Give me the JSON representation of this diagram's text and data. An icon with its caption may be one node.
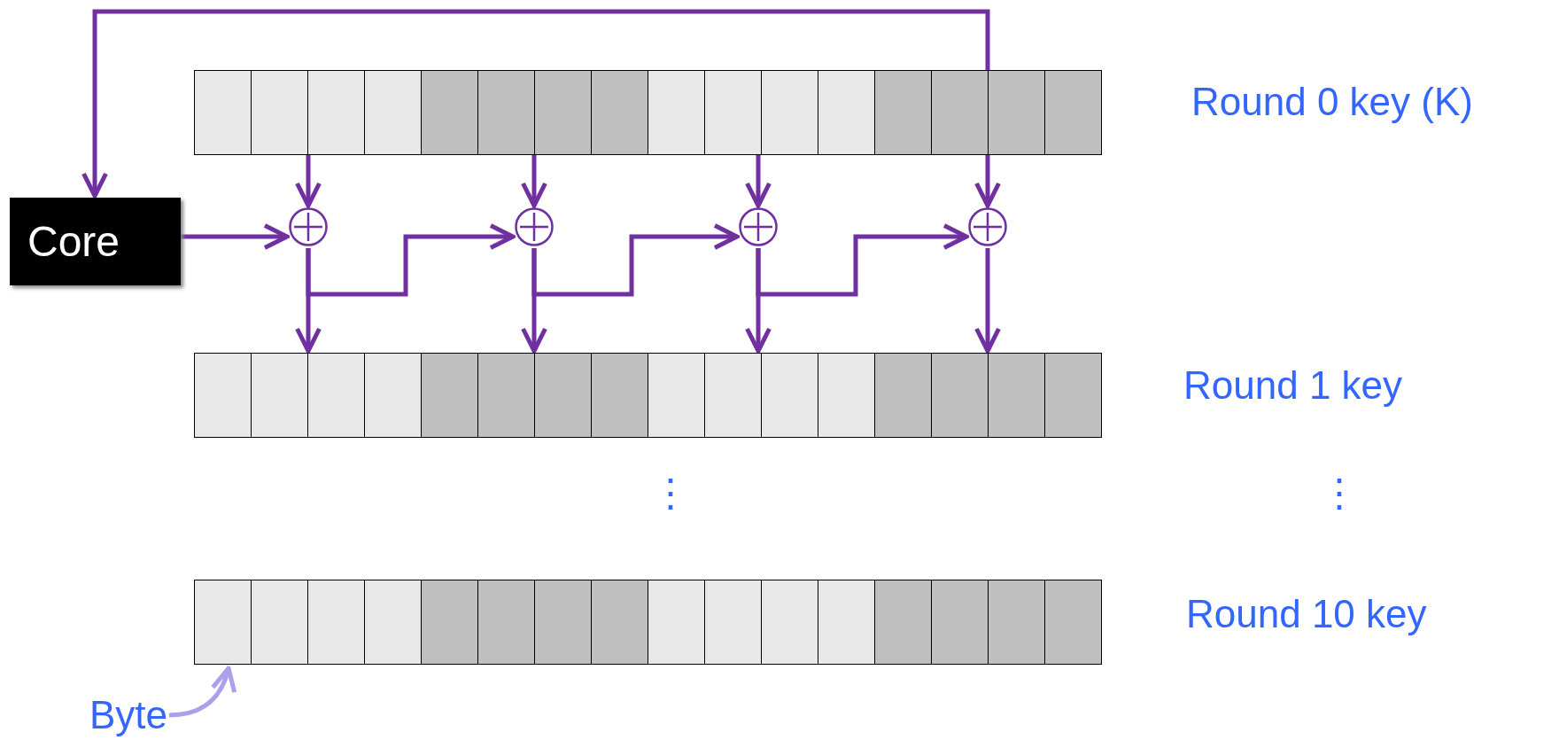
{
  "diagram": {
    "nodes": [
      {
        "text": [],
        "shape": "bar",
        "beside": [
          "Round 0 key (K)"
        ]
      },
      {
        "text": [
          "Core"
        ]
      },
      {
        "text": [],
        "shape": "circle"
      },
      {
        "text": [],
        "shape": "circle"
      },
      {
        "text": [],
        "shape": "circle"
      },
      {
        "text": [],
        "shape": "circle"
      },
      {
        "text": [],
        "shape": "bar",
        "beside": [
          "Round 1 key"
        ]
      },
      {
        "text": [],
        "shape": "bar",
        "beside": [
          "Round 10 key"
        ]
      },
      {
        "text": [
          "Byte"
        ]
      }
    ],
    "edges": [
      {
        "from": 0,
        "to": 1,
        "arrow": "to"
      },
      {
        "from": 0,
        "to": 2,
        "arrow": "to"
      },
      {
        "from": 0,
        "to": 3,
        "arrow": "to"
      },
      {
        "from": 0,
        "to": 4,
        "arrow": "to"
      },
      {
        "from": 0,
        "to": 5,
        "arrow": "to"
      },
      {
        "from": 1,
        "to": 2,
        "arrow": "to"
      },
      {
        "from": 2,
        "to": 6,
        "arrow": "to"
      },
      {
        "from": 2,
        "to": 3,
        "arrow": "to"
      },
      {
        "from": 3,
        "to": 6,
        "arrow": "to"
      },
      {
        "from": 3,
        "to": 4,
        "arrow": "to"
      },
      {
        "from": 4,
        "to": 6,
        "arrow": "to"
      },
      {
        "from": 4,
        "to": 5,
        "arrow": "to"
      },
      {
        "from": 5,
        "to": 6,
        "arrow": "to"
      },
      {
        "from": 8,
        "to": 7,
        "arrow": "to",
        "color": "#aaa0ee"
      }
    ],
    "labels": [
      "⋮",
      "⋮"
    ]
  }
}
